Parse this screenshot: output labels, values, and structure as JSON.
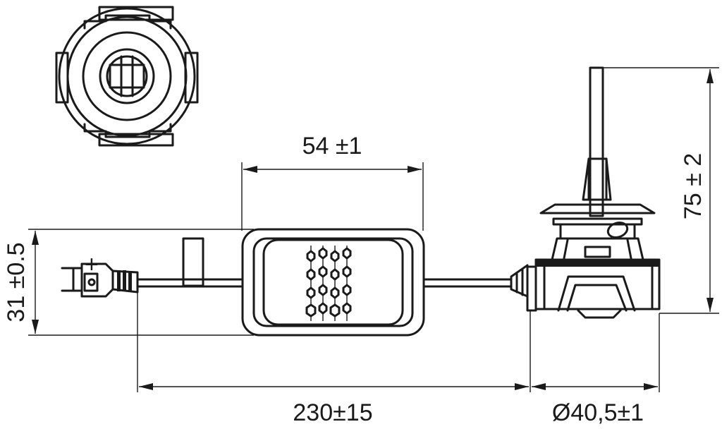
{
  "dimensions": {
    "driver_length": "54 ±1",
    "driver_height": "31 ±0.5",
    "bulb_height": "75 ± 2",
    "cable_length": "230±15",
    "base_diameter": "Ø40,5±1"
  },
  "colors": {
    "line": "#1a1a1a",
    "background": "#ffffff"
  },
  "icons": {
    "connector_terminal": "plus-sign"
  }
}
